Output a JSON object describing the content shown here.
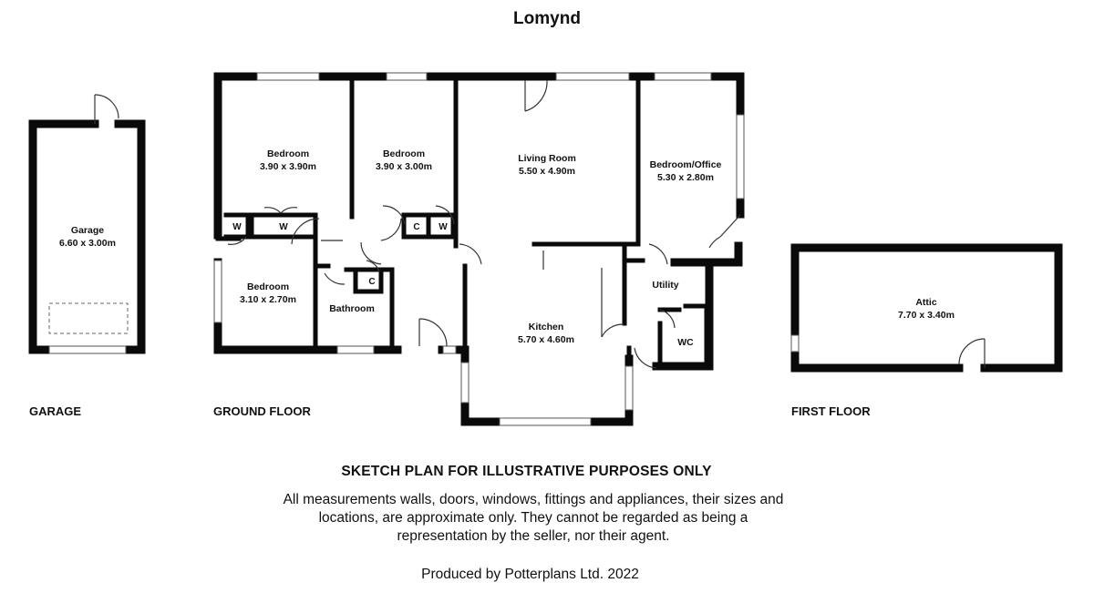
{
  "title": "Lomynd",
  "sections": {
    "garage": "GARAGE",
    "ground_floor": "GROUND FLOOR",
    "first_floor": "FIRST FLOOR"
  },
  "rooms": {
    "garage": {
      "name": "Garage",
      "size": "6.60 x 3.00m"
    },
    "bedroom1": {
      "name": "Bedroom",
      "size": "3.90 x 3.90m"
    },
    "bedroom2": {
      "name": "Bedroom",
      "size": "3.90 x 3.00m"
    },
    "living": {
      "name": "Living Room",
      "size": "5.50 x 4.90m"
    },
    "office": {
      "name": "Bedroom/Office",
      "size": "5.30 x 2.80m"
    },
    "bedroom3": {
      "name": "Bedroom",
      "size": "3.10 x 2.70m"
    },
    "bathroom": {
      "name": "Bathroom"
    },
    "kitchen": {
      "name": "Kitchen",
      "size": "5.70 x 4.60m"
    },
    "utility": {
      "name": "Utility"
    },
    "wc": {
      "name": "WC"
    },
    "attic": {
      "name": "Attic",
      "size": "7.70 x 3.40m"
    }
  },
  "storage": {
    "wardrobe": "W",
    "cupboard": "C"
  },
  "disclaimer": {
    "heading": "SKETCH PLAN FOR ILLUSTRATIVE PURPOSES ONLY",
    "body": "All measurements walls, doors, windows, fittings and appliances, their sizes and locations, are approximate only. They cannot be regarded as being a representation by the seller, nor their agent."
  },
  "credit": "Produced by Potterplans Ltd. 2022"
}
